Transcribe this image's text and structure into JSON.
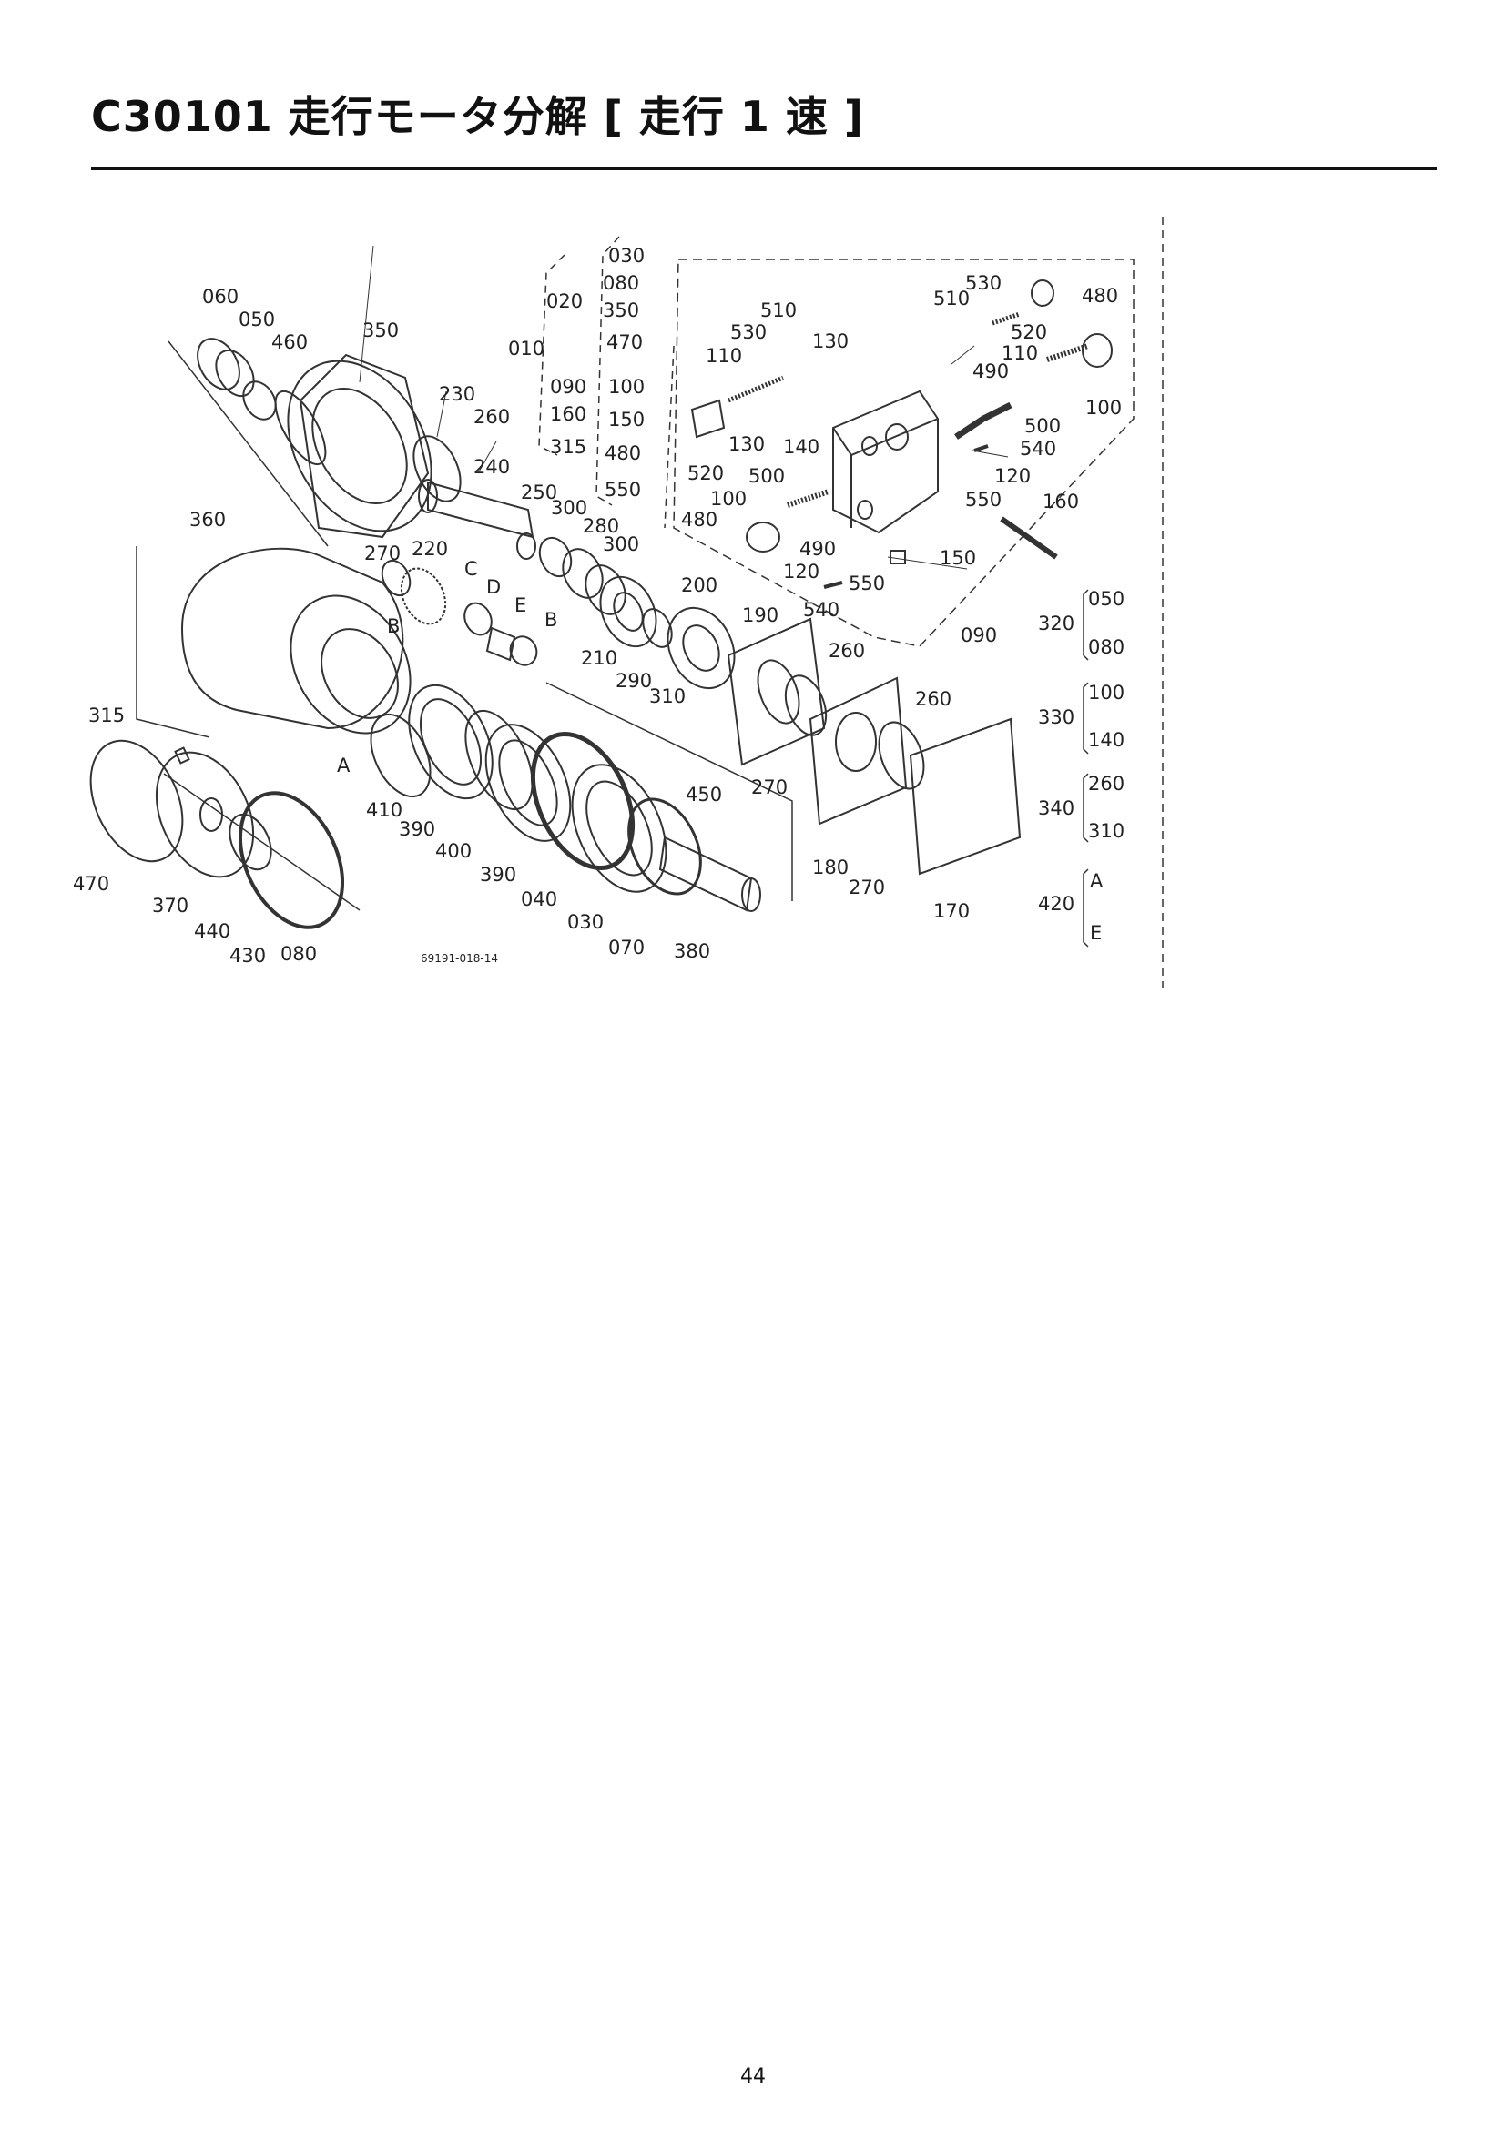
{
  "page": {
    "title": "C30101 走行モータ分解 [ 走行 1 速 ]",
    "page_number": "44",
    "figure_code": "69191-018-14"
  },
  "callouts": {
    "c010": "010",
    "c020": "020",
    "c030a": "030",
    "c080a": "080",
    "c350a": "350",
    "c470a": "470",
    "c090a": "090",
    "c160a": "160",
    "c315a": "315",
    "c100a": "100",
    "c150a": "150",
    "c480a": "480",
    "c550a": "550",
    "c060": "060",
    "c050": "050",
    "c460": "460",
    "c350": "350",
    "c230": "230",
    "c260a": "260",
    "c240": "240",
    "c250": "250",
    "c300a": "300",
    "c280": "280",
    "c300b": "300",
    "c360": "360",
    "c270a": "270",
    "c220": "220",
    "lC": "C",
    "lD": "D",
    "lE": "E",
    "lB1": "B",
    "lB2": "B",
    "lA": "A",
    "c200": "200",
    "c210": "210",
    "c290": "290",
    "c310": "310",
    "c190": "190",
    "c260b": "260",
    "c260c": "260",
    "c270b": "270",
    "c180": "180",
    "c270c": "270",
    "c170": "170",
    "c315": "315",
    "c470": "470",
    "c370": "370",
    "c440": "440",
    "c430": "430",
    "c080": "080",
    "c410": "410",
    "c390a": "390",
    "c400": "400",
    "c390b": "390",
    "c040": "040",
    "c030": "030",
    "c450": "450",
    "c070": "070",
    "c380": "380",
    "v510a": "510",
    "v530a": "530",
    "v110a": "110",
    "v130a": "130",
    "v520a": "520",
    "v130b": "130",
    "v140": "140",
    "v500a": "500",
    "v100a": "100",
    "v480a": "480",
    "v490a": "490",
    "v120a": "120",
    "v540a": "540",
    "v550a": "550",
    "v510b": "510",
    "v530b": "530",
    "v480b": "480",
    "v520b": "520",
    "v110b": "110",
    "v490b": "490",
    "v500b": "500",
    "v100b": "100",
    "v540b": "540",
    "v120b": "120",
    "v550b": "550",
    "v160": "160",
    "v150": "150",
    "v090": "090",
    "g320": "320",
    "g320a": "050",
    "g320b": "080",
    "g330": "330",
    "g330a": "100",
    "g330b": "140",
    "g340": "340",
    "g340a": "260",
    "g340b": "310",
    "g420": "420",
    "g420a": "A",
    "g420b": "E"
  }
}
